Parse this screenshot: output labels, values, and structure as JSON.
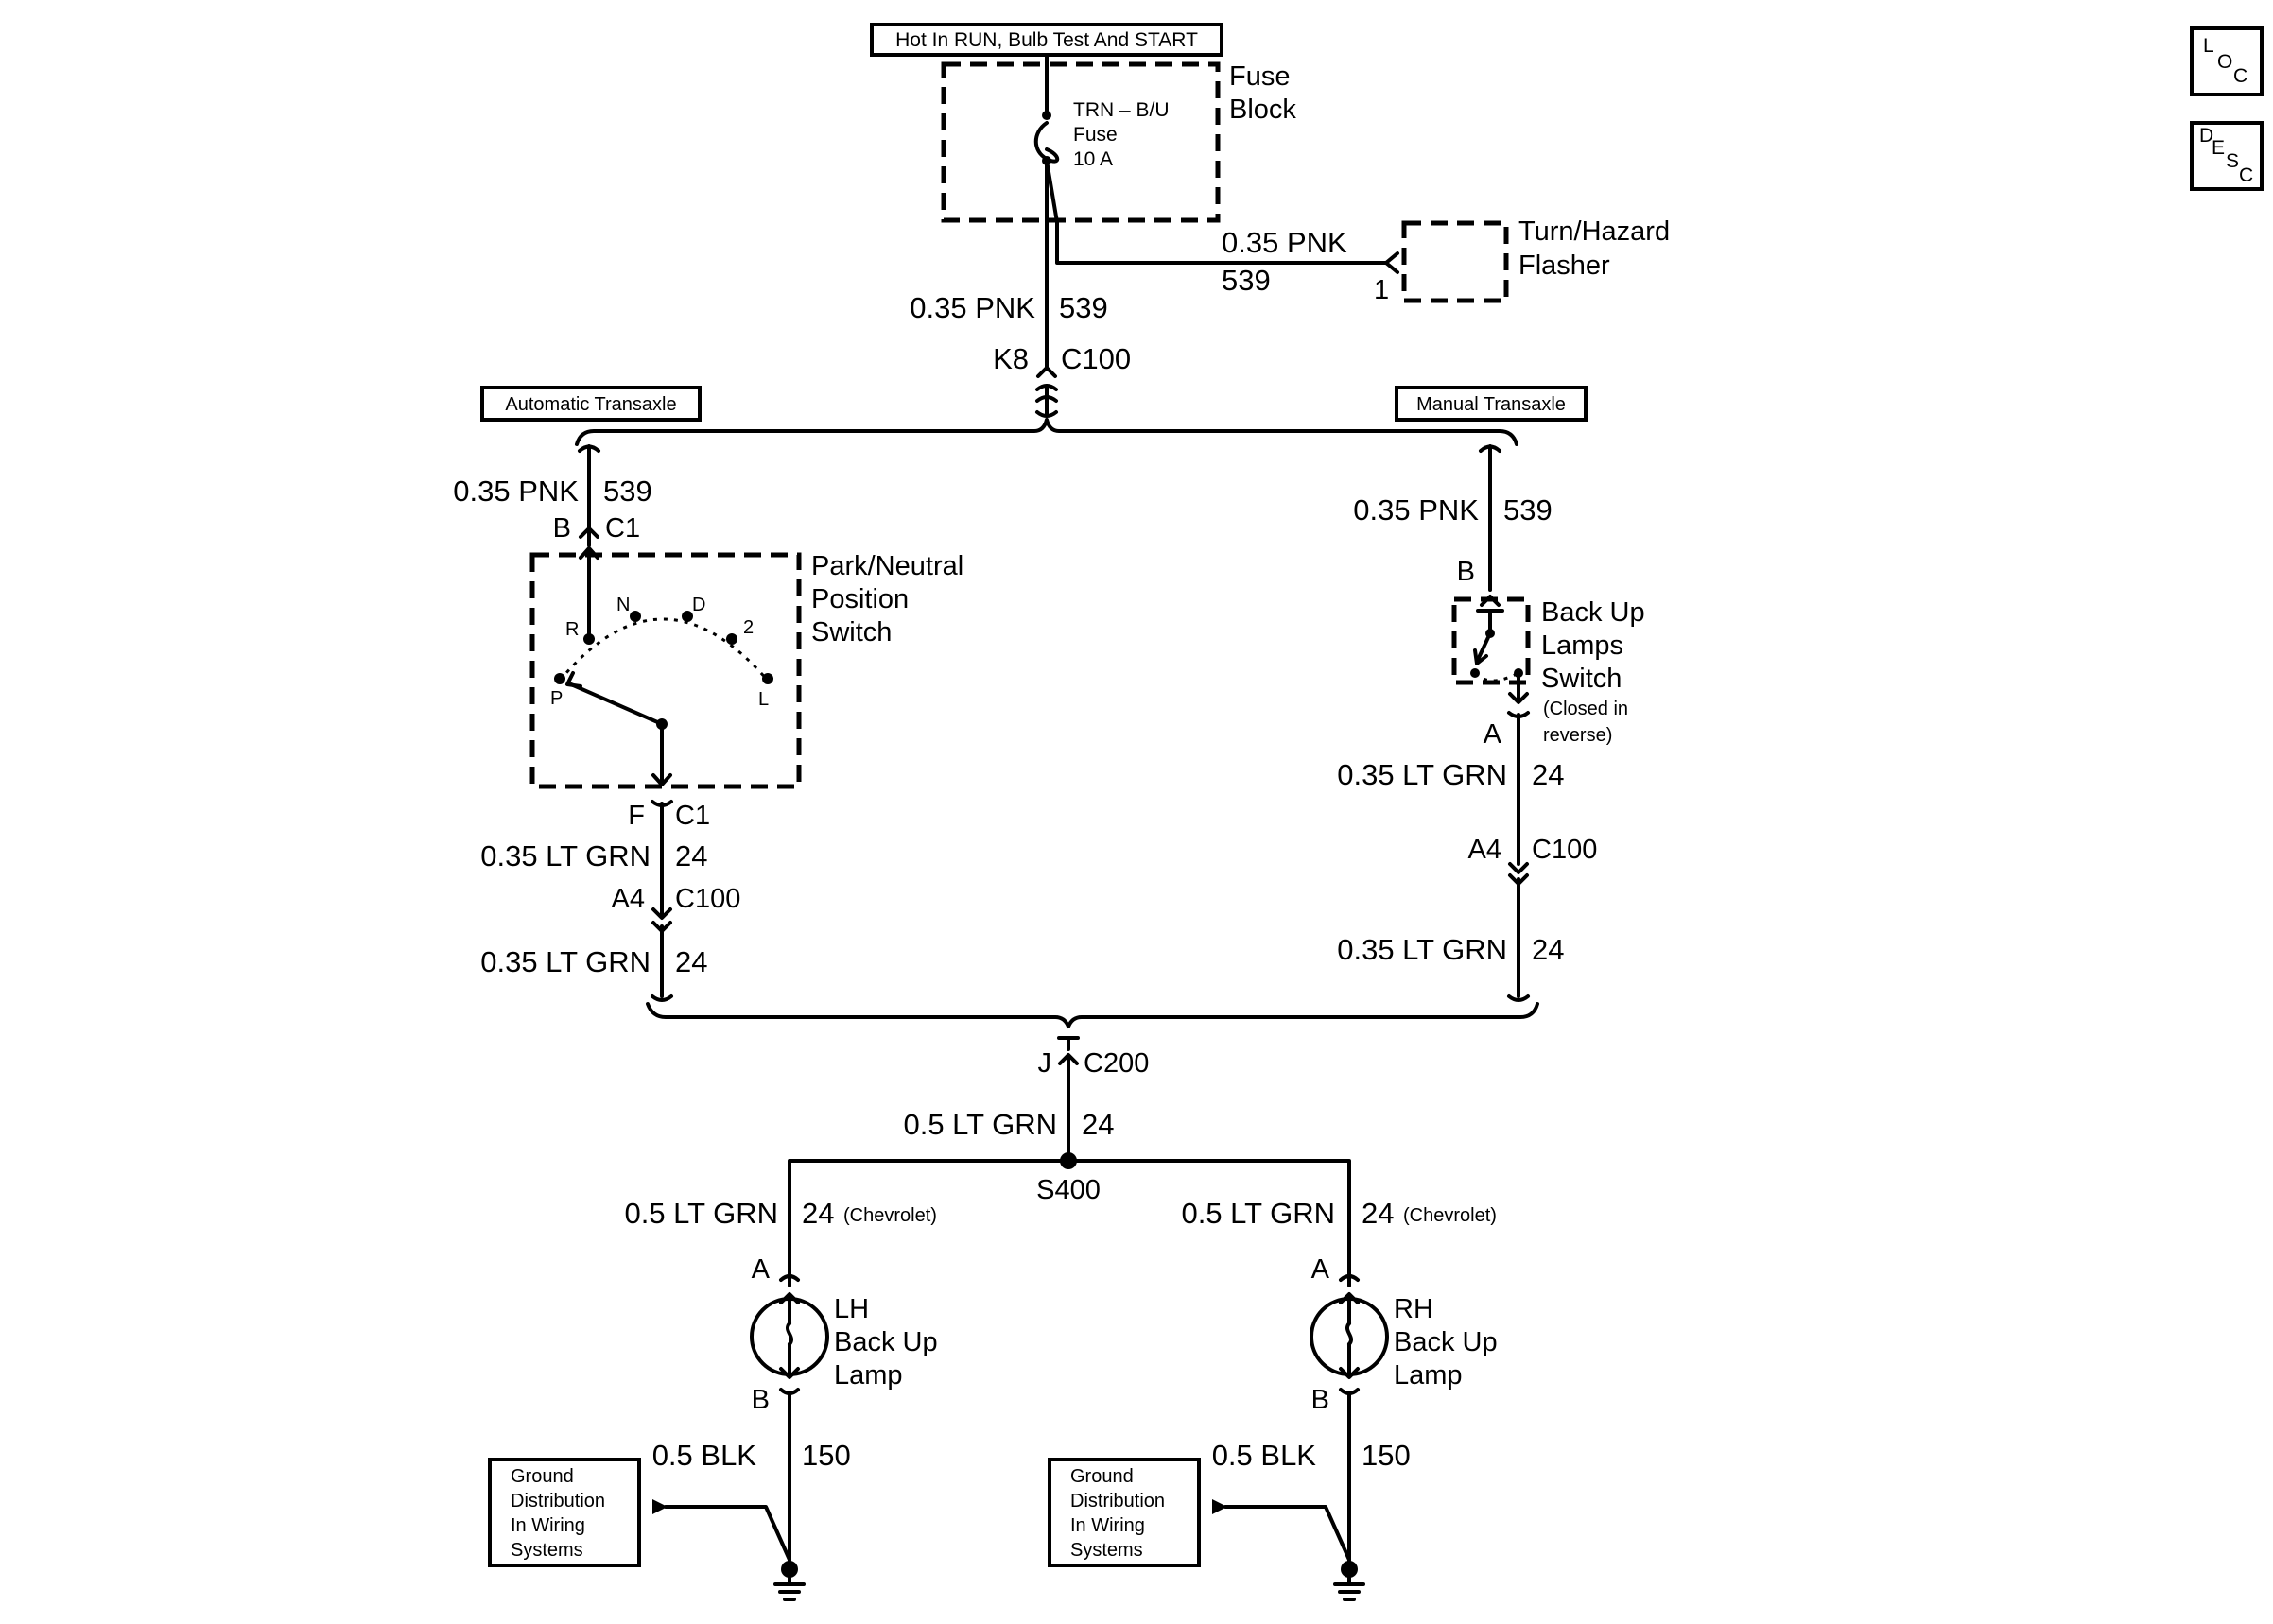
{
  "header": {
    "power_label": "Hot In RUN, Bulb Test And START",
    "loc_button": {
      "main": "L",
      "sub": "O",
      "sub2": "C"
    },
    "desc_button": {
      "main": "D",
      "sub": "E",
      "sub2": "S",
      "sub3": "C"
    }
  },
  "fuse_block": {
    "title_line1": "Fuse",
    "title_line2": "Block",
    "fuse_line1": "TRN – B/U",
    "fuse_line2": "Fuse",
    "fuse_line3": "10 A"
  },
  "flasher": {
    "title_line1": "Turn/Hazard",
    "title_line2": "Flasher",
    "pin": "1",
    "wire_color": "0.35 PNK",
    "wire_circuit": "539"
  },
  "main_feed": {
    "wire_color": "0.35 PNK",
    "wire_circuit": "539",
    "pin": "K8",
    "connector": "C100"
  },
  "auto_transaxle": {
    "label": "Automatic Transaxle",
    "in_wire_color": "0.35 PNK",
    "in_wire_circuit": "539",
    "in_pin": "B",
    "in_connector": "C1",
    "switch_line1": "Park/Neutral",
    "switch_line2": "Position",
    "switch_line3": "Switch",
    "positions": [
      "P",
      "R",
      "N",
      "D",
      "2",
      "L"
    ],
    "out_pin": "F",
    "out_connector": "C1",
    "out_wire_color": "0.35 LT GRN",
    "out_wire_circuit": "24",
    "mid_pin": "A4",
    "mid_connector": "C100",
    "low_wire_color": "0.35 LT GRN",
    "low_wire_circuit": "24"
  },
  "manual_transaxle": {
    "label": "Manual Transaxle",
    "in_wire_color": "0.35 PNK",
    "in_wire_circuit": "539",
    "in_pin": "B",
    "switch_line1": "Back Up",
    "switch_line2": "Lamps",
    "switch_line3": "Switch",
    "switch_note1": "(Closed in",
    "switch_note2": "reverse)",
    "out_pin": "A",
    "out_wire_color": "0.35 LT GRN",
    "out_wire_circuit": "24",
    "mid_pin": "A4",
    "mid_connector": "C100",
    "low_wire_color": "0.35 LT GRN",
    "low_wire_circuit": "24"
  },
  "rear_junction": {
    "pin": "J",
    "connector": "C200",
    "wire_color": "0.5 LT GRN",
    "wire_circuit": "24",
    "splice": "S400"
  },
  "lh_lamp": {
    "wire_color": "0.5 LT GRN",
    "wire_circuit": "24",
    "note": "(Chevrolet)",
    "pin_top": "A",
    "title_line1": "LH",
    "title_line2": "Back Up",
    "title_line3": "Lamp",
    "pin_bottom": "B",
    "ground_wire_color": "0.5 BLK",
    "ground_wire_circuit": "150",
    "ground_ref_line1": "Ground",
    "ground_ref_line2": "Distribution",
    "ground_ref_line3": "In Wiring",
    "ground_ref_line4": "Systems"
  },
  "rh_lamp": {
    "wire_color": "0.5 LT GRN",
    "wire_circuit": "24",
    "note": "(Chevrolet)",
    "pin_top": "A",
    "title_line1": "RH",
    "title_line2": "Back Up",
    "title_line3": "Lamp",
    "pin_bottom": "B",
    "ground_wire_color": "0.5 BLK",
    "ground_wire_circuit": "150",
    "ground_ref_line1": "Ground",
    "ground_ref_line2": "Distribution",
    "ground_ref_line3": "In Wiring",
    "ground_ref_line4": "Systems"
  }
}
